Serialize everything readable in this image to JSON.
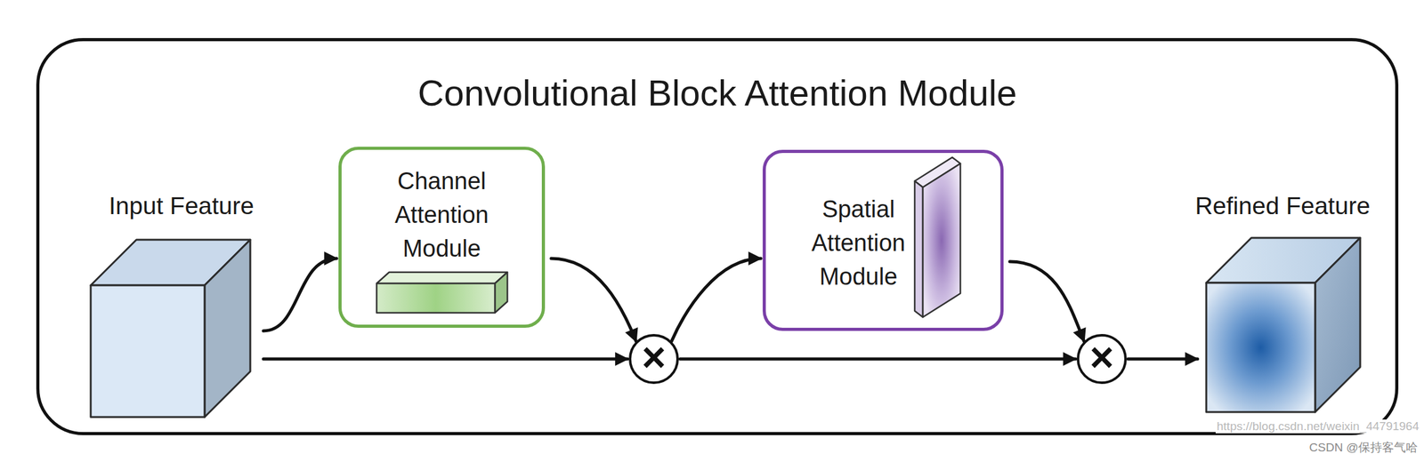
{
  "diagram": {
    "nodes": [
      {
        "text": [
          "Convolutional Block Attention Module"
        ]
      },
      {
        "text": [
          "Input Feature"
        ],
        "in": 0
      },
      {
        "text": [
          "Channel Attention Module"
        ],
        "in": 0
      },
      {
        "text": [
          "×"
        ],
        "in": 0
      },
      {
        "text": [
          "Spatial Attention Module"
        ],
        "in": 0
      },
      {
        "text": [
          "×"
        ],
        "in": 0
      },
      {
        "text": [
          "Refined Feature"
        ],
        "in": 0
      }
    ],
    "edges": [
      {
        "from": 1,
        "to": 2,
        "arrow": "to"
      },
      {
        "from": 1,
        "to": 3,
        "arrow": "to"
      },
      {
        "from": 2,
        "to": 3,
        "arrow": "to"
      },
      {
        "from": 3,
        "to": 4,
        "arrow": "to"
      },
      {
        "from": 3,
        "to": 5,
        "arrow": "to"
      },
      {
        "from": 4,
        "to": 5,
        "arrow": "to"
      },
      {
        "from": 5,
        "to": 6,
        "arrow": "to"
      }
    ],
    "labels": [
      "https://blog.csdn.net/weixin_44791964",
      "CSDN @保持客气哈"
    ]
  }
}
